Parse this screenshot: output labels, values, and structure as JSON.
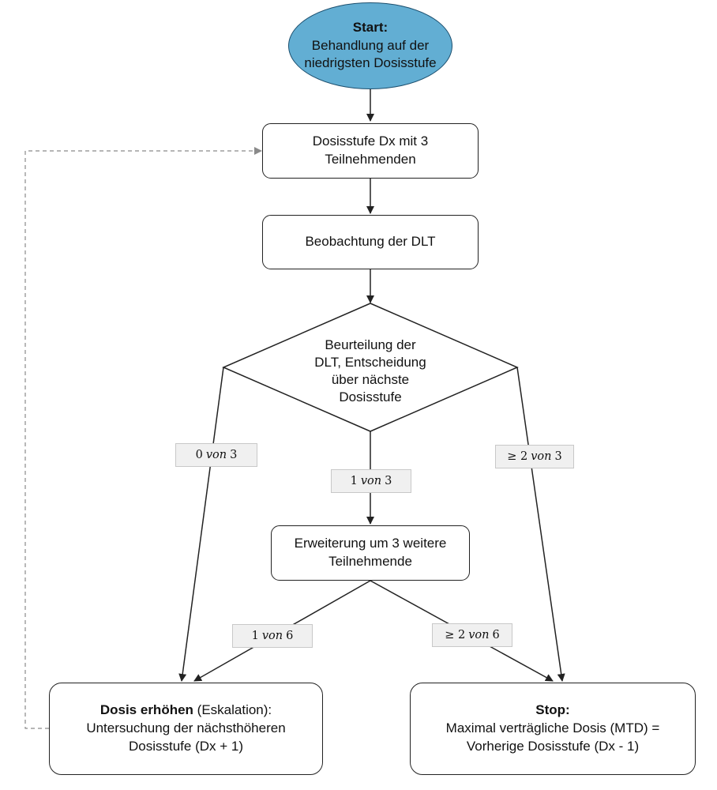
{
  "nodes": {
    "start": {
      "title": "Start",
      "suffix": ":",
      "line1": "Behandlung auf der",
      "line2": "niedrigsten Dosisstufe"
    },
    "dose_level": {
      "line1": "Dosisstufe Dx mit 3",
      "line2": "Teilnehmenden"
    },
    "observe": {
      "line1": "Beobachtung der DLT"
    },
    "decision": {
      "line1": "Beurteilung der",
      "line2": "DLT, Entscheidung",
      "line3": "über nächste",
      "line4": "Dosisstufe"
    },
    "expand": {
      "line1": "Erweiterung um 3 weitere",
      "line2": "Teilnehmende"
    },
    "escalate": {
      "title": "Dosis erhöhen",
      "title_rest": " (Eskalation):",
      "line1": "Untersuchung der nächsthöheren",
      "line2": "Dosisstufe (Dx + 1)"
    },
    "stop": {
      "title": "Stop",
      "suffix": ":",
      "line1": "Maximal verträgliche Dosis (MTD) =",
      "line2": "Vorherige Dosisstufe (Dx - 1)"
    }
  },
  "edge_labels": {
    "zero_of_3": {
      "pre": "0",
      "word": "von",
      "post": "3"
    },
    "one_of_3": {
      "pre": "1",
      "word": "von",
      "post": "3"
    },
    "ge2_of_3": {
      "pre": "≥ 2",
      "word": "von",
      "post": "3"
    },
    "one_of_6": {
      "pre": "1",
      "word": "von",
      "post": "6"
    },
    "ge2_of_6": {
      "pre": "≥ 2",
      "word": "von",
      "post": "6"
    }
  },
  "colors": {
    "start_fill": "#62aed3",
    "line": "#222222",
    "dashed": "#8a8a8a",
    "label_bg": "#f0f0f0"
  }
}
